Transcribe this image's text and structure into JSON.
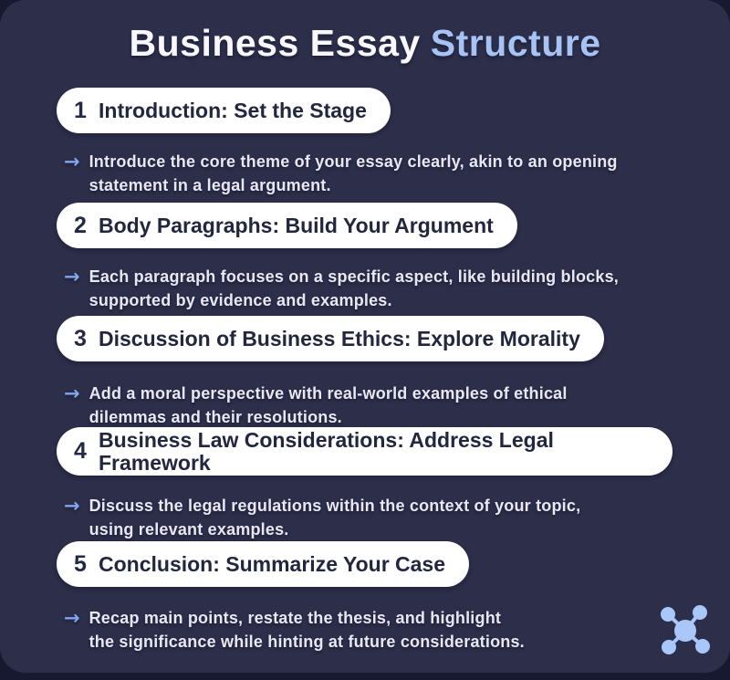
{
  "title": {
    "part1": "Business Essay",
    "part2": "Structure"
  },
  "arrow_glyph": "→",
  "items": [
    {
      "number": "1",
      "title_lines": [
        "Introduction: Set the Stage"
      ],
      "description_lines": [
        "Introduce the core theme of your essay clearly, akin to an opening",
        "statement in a legal argument."
      ]
    },
    {
      "number": "2",
      "title_lines": [
        "Body Paragraphs: Build Your Argument"
      ],
      "description_lines": [
        "Each paragraph focuses on a specific aspect, like building blocks,",
        "supported by evidence and examples."
      ]
    },
    {
      "number": "3",
      "title_lines": [
        "Discussion of Business Ethics: Explore Morality"
      ],
      "description_lines": [
        "Add a moral perspective with real-world examples of ethical",
        "dilemmas and their resolutions."
      ]
    },
    {
      "number": "4",
      "title_lines": [
        "Business Law Considerations: Address Legal",
        "Framework"
      ],
      "description_lines": [
        "Discuss the legal regulations within the context of your topic,",
        "using relevant examples."
      ]
    },
    {
      "number": "5",
      "title_lines": [
        "Conclusion: Summarize Your Case"
      ],
      "description_lines": [
        "Recap main points, restate the thesis, and highlight",
        "the significance while hinting at future considerations."
      ]
    }
  ],
  "colors": {
    "outer_background": "#171930",
    "card_background": "#2c2e4a",
    "pill_background": "#ffffff",
    "pill_text": "#23263f",
    "title_white": "#f8f8fc",
    "accent_blue": "#a6c3f4",
    "arrow_blue": "#83a7ee",
    "description_text": "#e9e7f4",
    "icon_blue": "#a9c7f8"
  }
}
